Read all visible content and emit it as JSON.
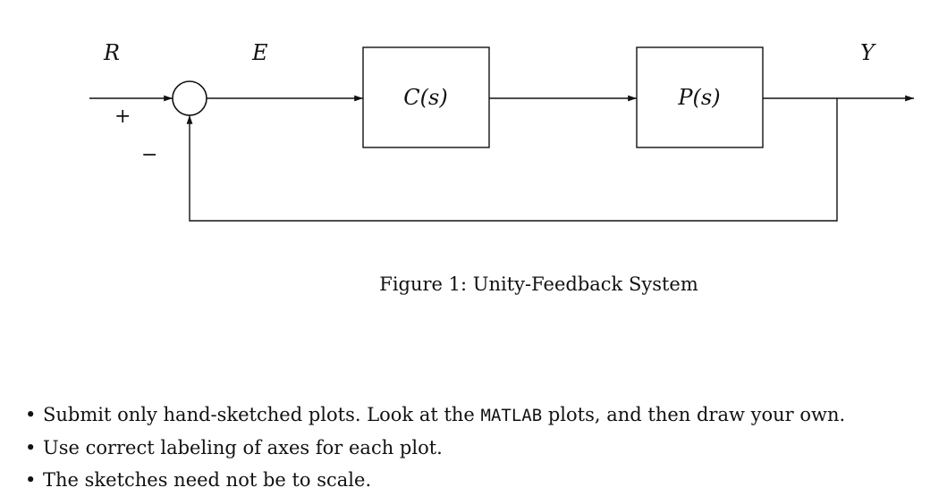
{
  "diagram": {
    "signals": {
      "reference": "R",
      "error": "E",
      "output": "Y"
    },
    "summing_junction": {
      "plus_sign": "+",
      "minus_sign": "−"
    },
    "blocks": {
      "controller": "C(s)",
      "plant": "P(s)"
    }
  },
  "caption": "Figure 1: Unity-Feedback System",
  "notes": [
    {
      "before": "Submit only hand-sketched plots. Look at the ",
      "code": "MATLAB",
      "after": " plots, and then draw your own."
    },
    {
      "text": "Use correct labeling of axes for each plot."
    },
    {
      "text": "The sketches need not be to scale."
    }
  ]
}
